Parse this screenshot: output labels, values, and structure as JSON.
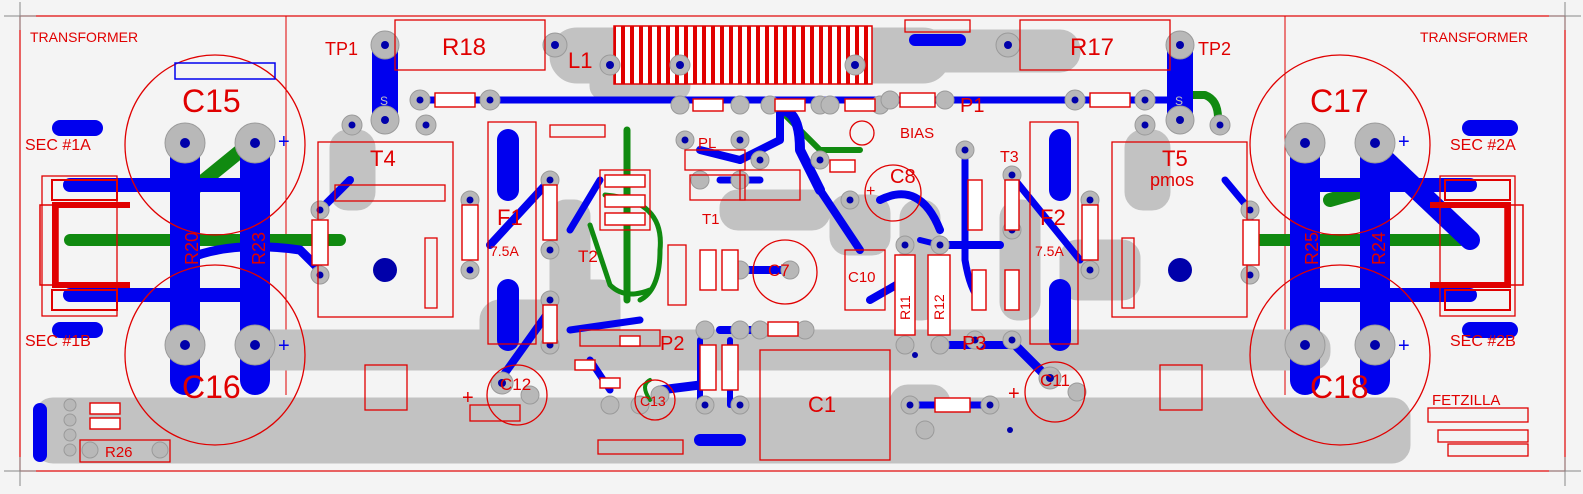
{
  "board": {
    "name": "FETZILLA"
  },
  "colors": {
    "background": "#f4f4f4",
    "silkscreen": "#e00000",
    "top_copper": "#0000ee",
    "inner_trace": "#108a10",
    "ground_plane": "#c2c2c2",
    "pad": "#b8b8b8",
    "via": "#0000aa"
  },
  "labels": {
    "transformer_left": "TRANSFORMER",
    "transformer_right": "TRANSFORMER",
    "sec_1a": "SEC #1A",
    "sec_1b": "SEC #1B",
    "sec_2a": "SEC #2A",
    "sec_2b": "SEC #2B",
    "c15": "C15",
    "c16": "C16",
    "c17": "C17",
    "c18": "C18",
    "r18": "R18",
    "r17": "R17",
    "tp1": "TP1",
    "tp2": "TP2",
    "l1": "L1",
    "p1": "P1",
    "bias": "BIAS",
    "t4": "T4",
    "t5": "T5",
    "t5_type": "pmos",
    "f1": "F1",
    "f1_rating": "7.5A",
    "f2": "F2",
    "f2_rating": "7.5A",
    "c8": "C8",
    "t3": "T3",
    "pl": "PL",
    "t1": "T1",
    "t2": "T2",
    "c7": "C7",
    "c10": "C10",
    "r11": "R11",
    "r12": "R12",
    "p2": "P2",
    "p3": "P3",
    "c12": "C12",
    "c11": "C11",
    "c13": "C13",
    "c1": "C1",
    "r20": "R20",
    "r23": "R23",
    "r25": "R25",
    "r24": "R24",
    "r26": "R26",
    "s_left": "S",
    "s_right": "S",
    "plus": "+"
  }
}
